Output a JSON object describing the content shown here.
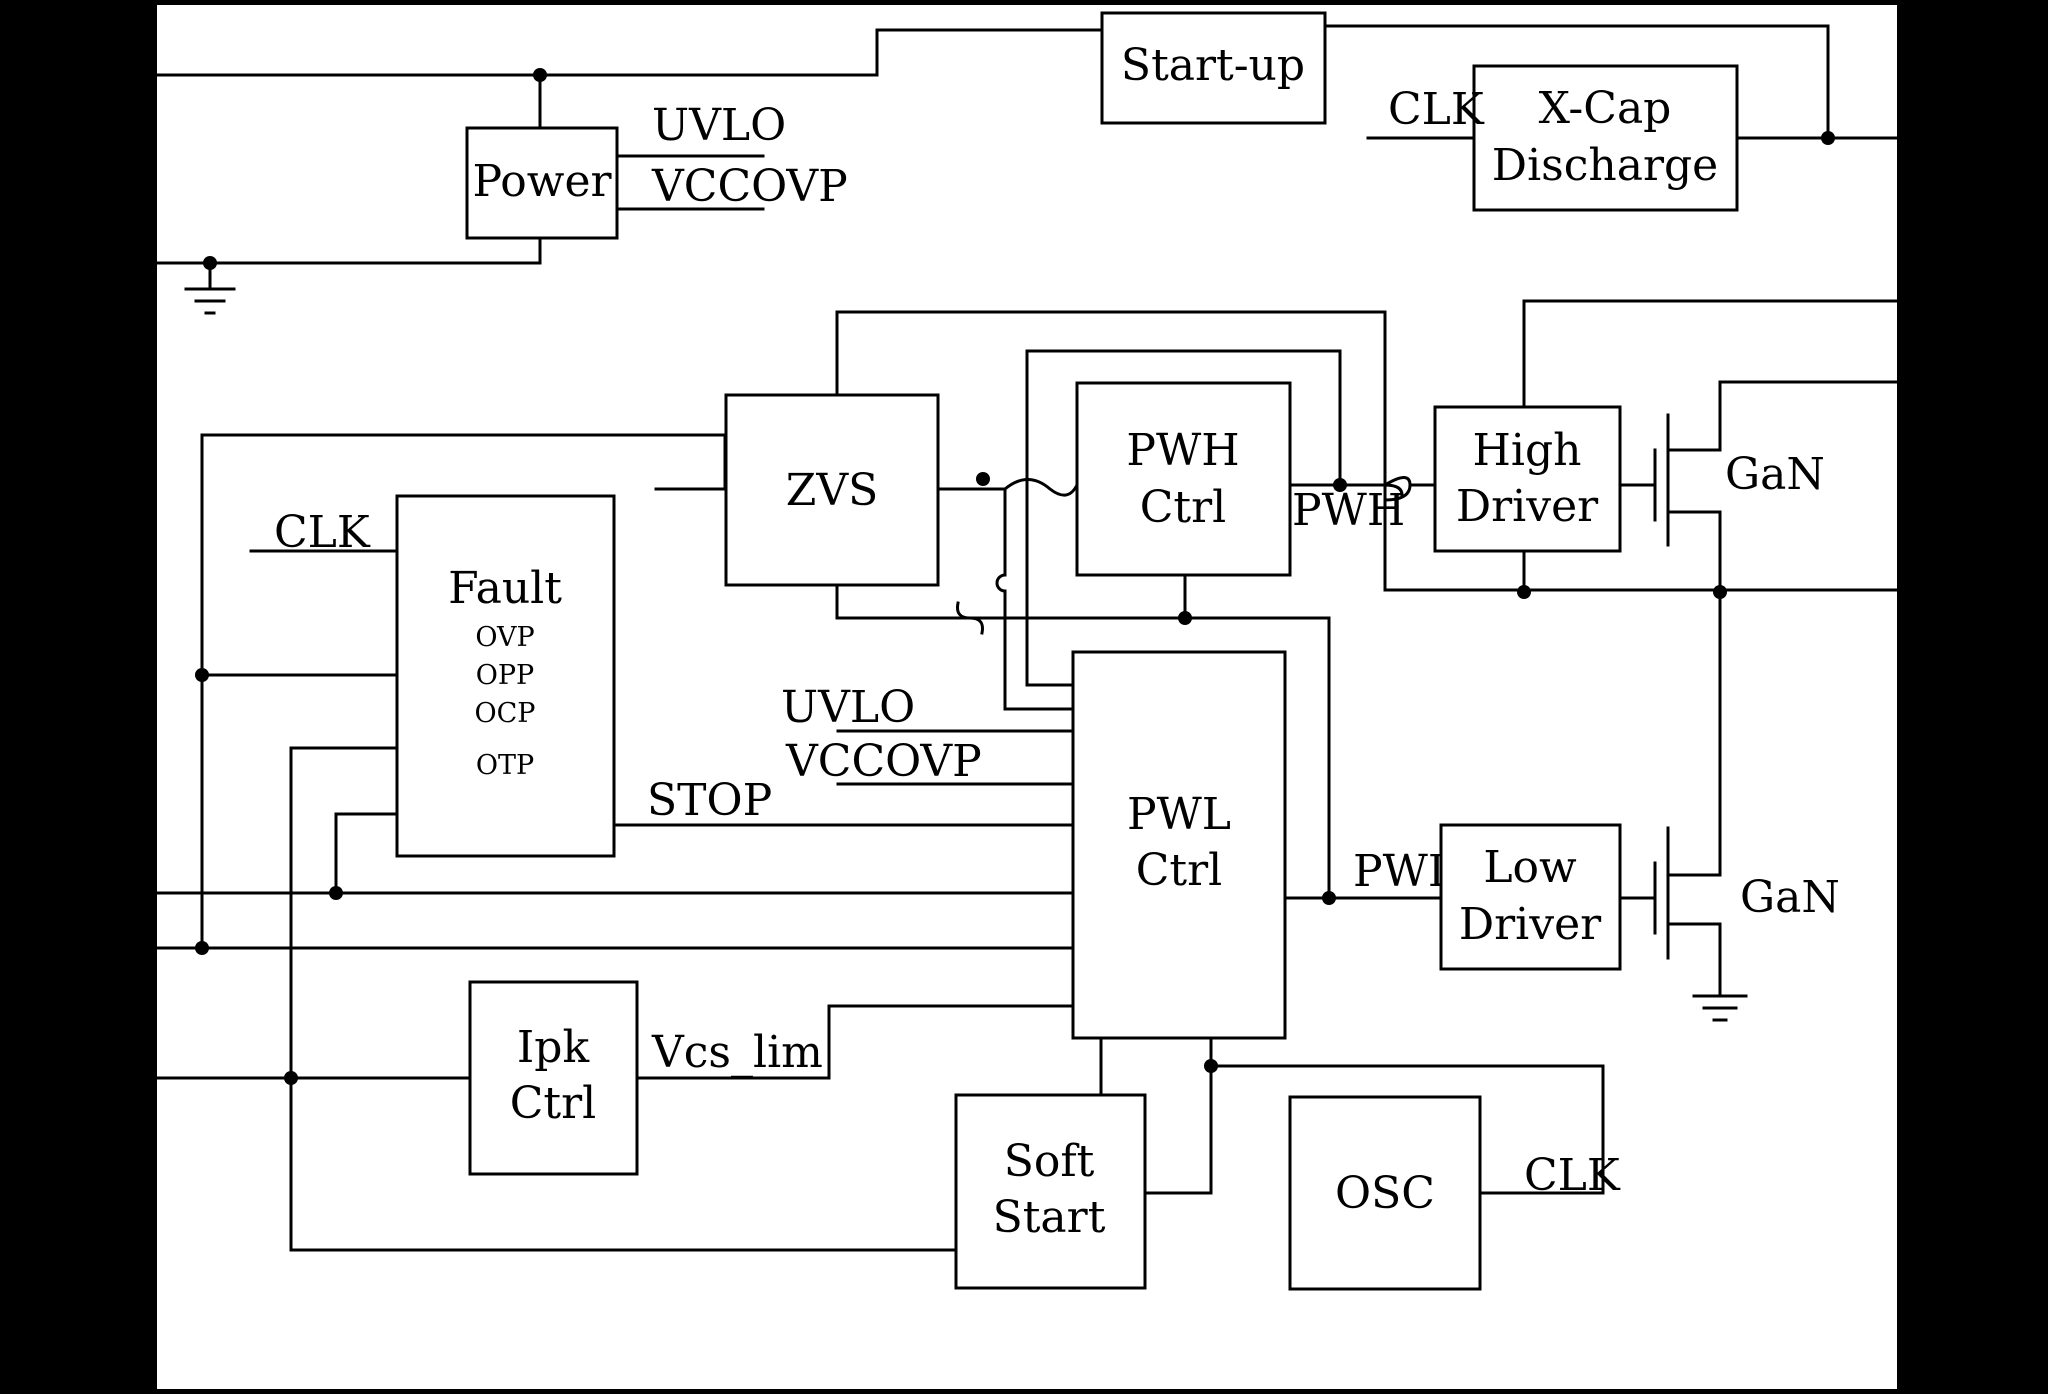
{
  "blocks": {
    "startup": "Start-up",
    "power": "Power",
    "xcap": [
      "X-Cap",
      "Discharge"
    ],
    "zvs": "ZVS",
    "pwh_ctrl": [
      "PWH",
      "Ctrl"
    ],
    "high_driver": [
      "High",
      "Driver"
    ],
    "fault": "Fault",
    "fault_items": [
      "OVP",
      "OPP",
      "OCP",
      "OTP"
    ],
    "pwl_ctrl": [
      "PWL",
      "Ctrl"
    ],
    "low_driver": [
      "Low",
      "Driver"
    ],
    "ipk_ctrl": [
      "Ipk",
      "Ctrl"
    ],
    "soft_start": [
      "Soft",
      "Start"
    ],
    "osc": "OSC"
  },
  "signals": {
    "uvlo": "UVLO",
    "vccovp": "VCCOVP",
    "clk": "CLK",
    "pwh": "PWH",
    "pwl": "PWL",
    "stop": "STOP",
    "vcs_lim": "Vcs_lim",
    "gan": "GaN"
  },
  "colors": {
    "background_outer": "#000000",
    "canvas": "#ffffff",
    "ink": "#000000"
  }
}
